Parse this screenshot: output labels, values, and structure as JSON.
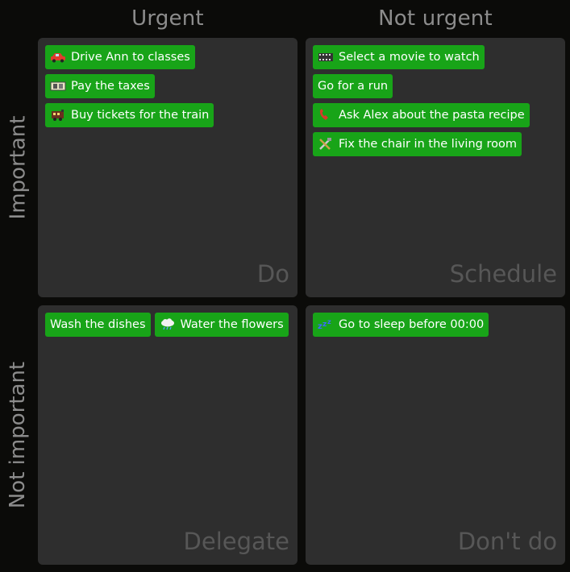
{
  "columns": {
    "urgent": "Urgent",
    "not_urgent": "Not urgent"
  },
  "rows": {
    "important": "Important",
    "not_important": "Not important"
  },
  "quadrants": {
    "do": {
      "label": "Do",
      "tasks": [
        {
          "text": "Drive Ann to classes",
          "icon": "car-icon"
        },
        {
          "text": "Pay the taxes",
          "icon": "money-bill-icon"
        },
        {
          "text": "Buy tickets for the train",
          "icon": "train-icon"
        }
      ]
    },
    "schedule": {
      "label": "Schedule",
      "tasks": [
        {
          "text": "Select a movie to watch",
          "icon": "film-icon"
        },
        {
          "text": "Go for a run",
          "icon": ""
        },
        {
          "text": "Ask Alex about the pasta recipe",
          "icon": "phone-icon"
        },
        {
          "text": "Fix the chair in the living room",
          "icon": "tools-icon"
        }
      ]
    },
    "delegate": {
      "label": "Delegate",
      "tasks": [
        {
          "text": "Wash the dishes",
          "icon": ""
        },
        {
          "text": "Water the flowers",
          "icon": "rain-cloud-icon"
        }
      ]
    },
    "dont_do": {
      "label": "Don't do",
      "tasks": [
        {
          "text": "Go to sleep before 00:00",
          "icon": "sleep-icon"
        }
      ]
    }
  },
  "colors": {
    "task_background": "#18a418",
    "quadrant_background": "#2e2e2e",
    "page_background": "#0b0b09"
  }
}
